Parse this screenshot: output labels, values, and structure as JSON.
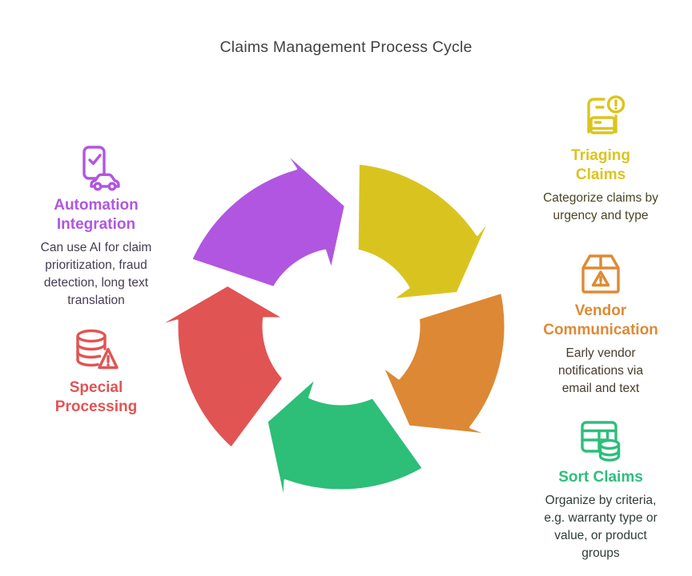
{
  "page": {
    "title": "Claims Management Process Cycle"
  },
  "cycle": {
    "type": "process-cycle",
    "direction": "clockwise",
    "segments": [
      {
        "name": "automation-integration",
        "color": "#B156E0"
      },
      {
        "name": "triaging-claims",
        "color": "#D9C41F"
      },
      {
        "name": "vendor-communication",
        "color": "#DD8834"
      },
      {
        "name": "sort-claims",
        "color": "#2DBE78"
      },
      {
        "name": "special-processing",
        "color": "#E15454"
      }
    ]
  },
  "sections": [
    {
      "id": "automation-integration",
      "title": "Automation\nIntegration",
      "description": "Can use AI for claim\nprioritization, fraud\ndetection, long text\ntranslation",
      "color": "#B156E0",
      "desc_color": "#453C50",
      "icon": "phone-check-car-icon"
    },
    {
      "id": "special-processing",
      "title": "Special\nProcessing",
      "color": "#E15454",
      "desc_color": "#424242",
      "icon": "database-alert-icon"
    },
    {
      "id": "triaging-claims",
      "title": "Triaging\nClaims",
      "description": "Categorize claims by\nurgency and type",
      "color": "#DCC41E",
      "desc_color": "#4A4524",
      "icon": "document-alert-icon"
    },
    {
      "id": "vendor-communication",
      "title": "Vendor\nCommunication",
      "description": "Early vendor\nnotifications via\nemail and text",
      "color": "#DE8A35",
      "desc_color": "#473B2E",
      "icon": "package-alert-icon"
    },
    {
      "id": "sort-claims",
      "title": "Sort Claims",
      "description": "Organize by criteria,\ne.g. warranty type or\nvalue, or product\ngroups",
      "color": "#2EBE7C",
      "desc_color": "#303E36",
      "icon": "table-database-icon"
    }
  ]
}
